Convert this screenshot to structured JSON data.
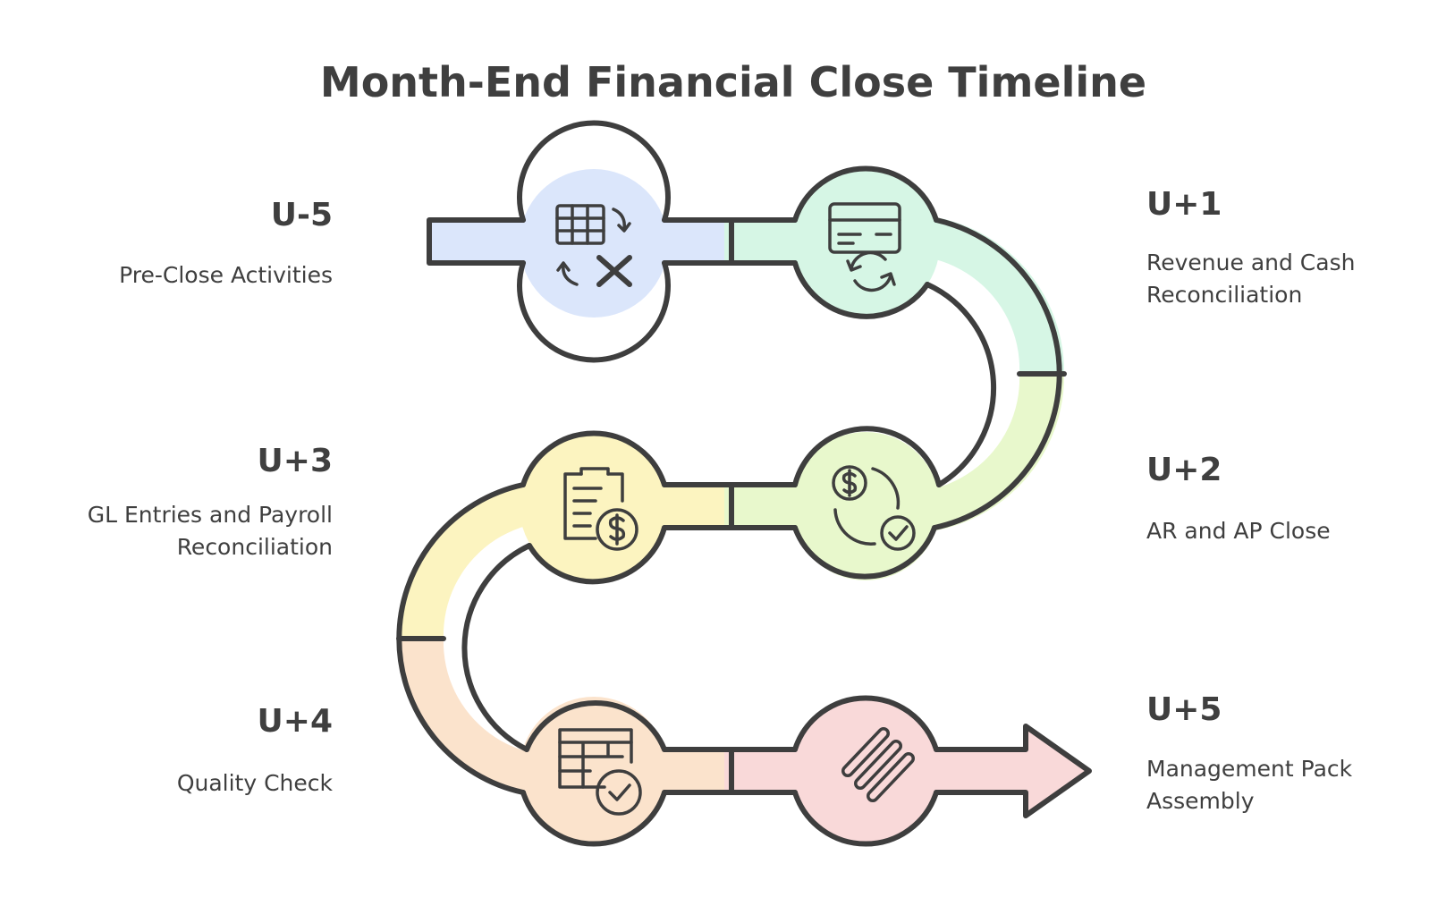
{
  "title": "Month-End Financial Close Timeline",
  "colors": {
    "blue": "#dbe6fb",
    "mint": "#d6f6e5",
    "lime": "#e8f8cc",
    "yellow": "#fcf4c0",
    "peach": "#fbe3cc",
    "pink": "#f9d9d9",
    "stroke": "#3e3e3e",
    "text": "#3f3f3f"
  },
  "steps": [
    {
      "day": "U-5",
      "lines": [
        "Pre-Close Activities"
      ],
      "icon": "spreadsheet-transfer-icon"
    },
    {
      "day": "U+1",
      "lines": [
        "Revenue and Cash",
        "Reconciliation"
      ],
      "icon": "card-refresh-icon"
    },
    {
      "day": "U+2",
      "lines": [
        "AR and AP Close"
      ],
      "icon": "dollar-cycle-check-icon"
    },
    {
      "day": "U+3",
      "lines": [
        "GL Entries and Payroll",
        "Reconciliation"
      ],
      "icon": "clipboard-dollar-icon"
    },
    {
      "day": "U+4",
      "lines": [
        "Quality Check"
      ],
      "icon": "table-check-icon"
    },
    {
      "day": "U+5",
      "lines": [
        "Management Pack",
        "Assembly"
      ],
      "icon": "document-stack-icon"
    }
  ]
}
